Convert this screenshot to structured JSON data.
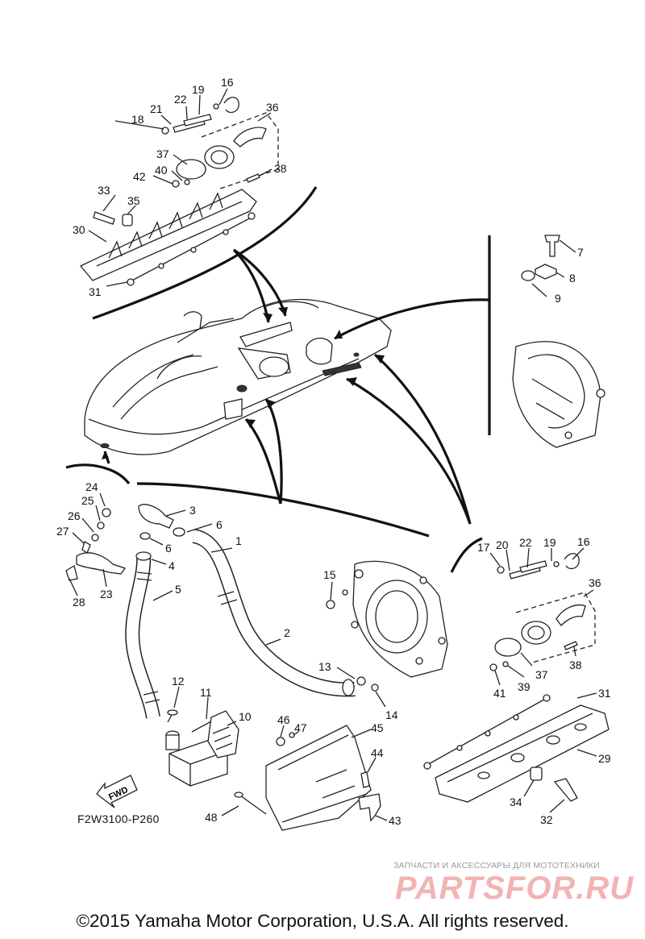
{
  "diagram": {
    "reference_code": "F2W3100-P260",
    "fwd_label": "FWD",
    "copyright": "©2015 Yamaha Motor Corporation, U.S.A. All rights reserved.",
    "watermark_small": "ЗАПЧАСТИ И АКСЕССУАРЫ ДЛЯ МОТОТЕХНИКИ",
    "watermark_big": "PARTSFOR.RU",
    "callouts": {
      "c1": "1",
      "c2": "2",
      "c3": "3",
      "c4": "4",
      "c5": "5",
      "c6a": "6",
      "c6b": "6",
      "c7": "7",
      "c8": "8",
      "c9": "9",
      "c10": "10",
      "c11": "11",
      "c12": "12",
      "c13": "13",
      "c14": "14",
      "c15": "15",
      "c16a": "16",
      "c16b": "16",
      "c17": "17",
      "c18": "18",
      "c19a": "19",
      "c19b": "19",
      "c20": "20",
      "c21": "21",
      "c22a": "22",
      "c22b": "22",
      "c23": "23",
      "c24": "24",
      "c25": "25",
      "c26": "26",
      "c27": "27",
      "c28": "28",
      "c29": "29",
      "c30": "30",
      "c31a": "31",
      "c31b": "31",
      "c32": "32",
      "c33": "33",
      "c34": "34",
      "c35": "35",
      "c36a": "36",
      "c36b": "36",
      "c37a": "37",
      "c37b": "37",
      "c38a": "38",
      "c38b": "38",
      "c39": "39",
      "c40": "40",
      "c41": "41",
      "c42": "42",
      "c43": "43",
      "c44": "44",
      "c45": "45",
      "c46": "46",
      "c47": "47",
      "c48": "48"
    }
  }
}
